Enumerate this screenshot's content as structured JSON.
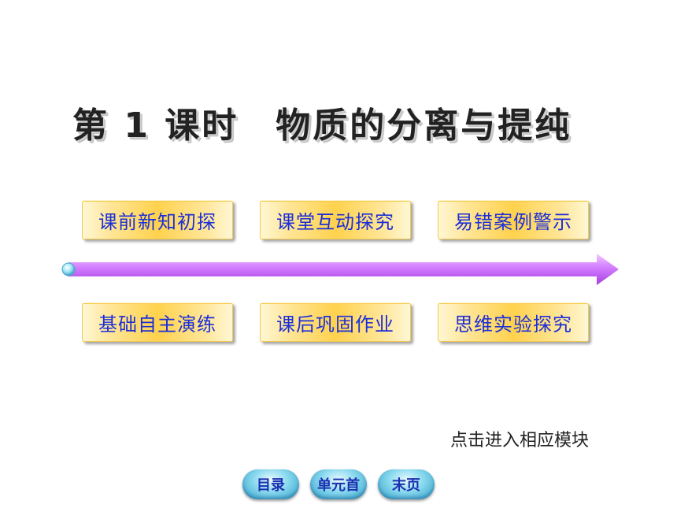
{
  "page": {
    "title": "第 1 课时　物质的分离与提纯",
    "hint": "点击进入相应模块"
  },
  "modules": {
    "row1": [
      {
        "label": "课前新知初探"
      },
      {
        "label": "课堂互动探究"
      },
      {
        "label": "易错案例警示"
      }
    ],
    "row2": [
      {
        "label": "基础自主演练"
      },
      {
        "label": "课后巩固作业"
      },
      {
        "label": "思维实验探究"
      }
    ]
  },
  "nav": {
    "toc": "目录",
    "unit_first": "单元首",
    "last_page": "末页"
  },
  "colors": {
    "module_text": "#1c2fd8",
    "module_bg": "#ffd24d",
    "arrow": "#c94dff",
    "nav_bg": "#8fdcf0"
  }
}
